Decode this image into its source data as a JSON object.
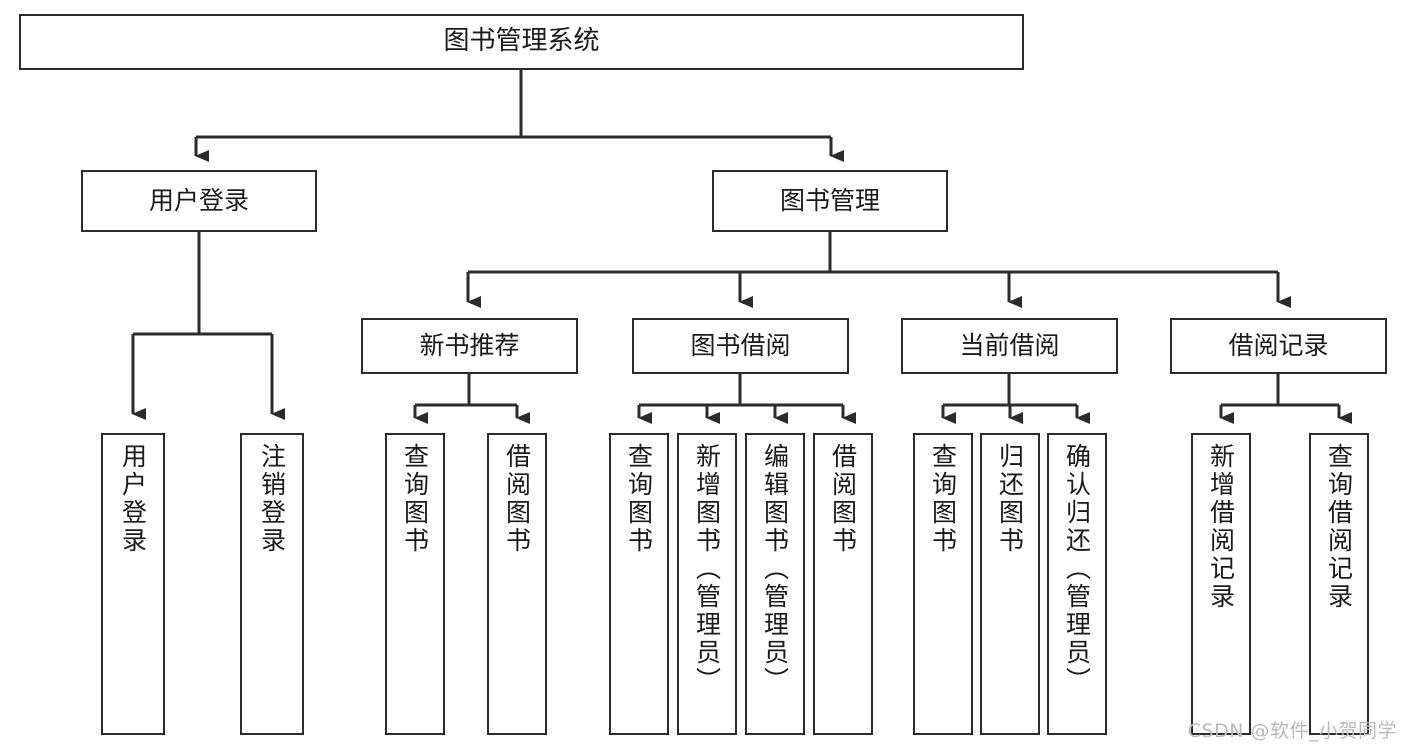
{
  "diagram": {
    "type": "hierarchy-tree",
    "title": "图书管理系统",
    "watermark": "CSDN @软件_小贺同学",
    "colors": {
      "stroke": "#2b2b2b",
      "fill": "#ffffff",
      "text": "#1a1a1a",
      "watermark": "#b9b9b9"
    },
    "nodes": {
      "root": {
        "label": "图书管理系统"
      },
      "user_login": {
        "label": "用户登录"
      },
      "book_manage": {
        "label": "图书管理"
      },
      "new_book_rec": {
        "label": "新书推荐"
      },
      "book_borrow": {
        "label": "图书借阅"
      },
      "current_borrow": {
        "label": "当前借阅"
      },
      "borrow_record": {
        "label": "借阅记录"
      },
      "leaf_user_login": {
        "label": "用户登录"
      },
      "leaf_logout": {
        "label": "注销登录"
      },
      "leaf_query_book_1": {
        "label": "查询图书"
      },
      "leaf_borrow_book_1": {
        "label": "借阅图书"
      },
      "leaf_query_book_2": {
        "label": "查询图书"
      },
      "leaf_add_book": {
        "label": "新增图书（管理员）"
      },
      "leaf_edit_book": {
        "label": "编辑图书（管理员）"
      },
      "leaf_borrow_book_2": {
        "label": "借阅图书"
      },
      "leaf_query_book_3": {
        "label": "查询图书"
      },
      "leaf_return_book": {
        "label": "归还图书"
      },
      "leaf_confirm_return": {
        "label": "确认归还（管理员）"
      },
      "leaf_add_record": {
        "label": "新增借阅记录"
      },
      "leaf_query_record": {
        "label": "查询借阅记录"
      }
    },
    "edges": [
      {
        "from": "root",
        "to": "user_login"
      },
      {
        "from": "root",
        "to": "book_manage"
      },
      {
        "from": "user_login",
        "to": "leaf_user_login"
      },
      {
        "from": "user_login",
        "to": "leaf_logout"
      },
      {
        "from": "book_manage",
        "to": "new_book_rec"
      },
      {
        "from": "book_manage",
        "to": "book_borrow"
      },
      {
        "from": "book_manage",
        "to": "current_borrow"
      },
      {
        "from": "book_manage",
        "to": "borrow_record"
      },
      {
        "from": "new_book_rec",
        "to": "leaf_query_book_1"
      },
      {
        "from": "new_book_rec",
        "to": "leaf_borrow_book_1"
      },
      {
        "from": "book_borrow",
        "to": "leaf_query_book_2"
      },
      {
        "from": "book_borrow",
        "to": "leaf_add_book"
      },
      {
        "from": "book_borrow",
        "to": "leaf_edit_book"
      },
      {
        "from": "book_borrow",
        "to": "leaf_borrow_book_2"
      },
      {
        "from": "current_borrow",
        "to": "leaf_query_book_3"
      },
      {
        "from": "current_borrow",
        "to": "leaf_return_book"
      },
      {
        "from": "current_borrow",
        "to": "leaf_confirm_return"
      },
      {
        "from": "borrow_record",
        "to": "leaf_add_record"
      },
      {
        "from": "borrow_record",
        "to": "leaf_query_record"
      }
    ]
  }
}
